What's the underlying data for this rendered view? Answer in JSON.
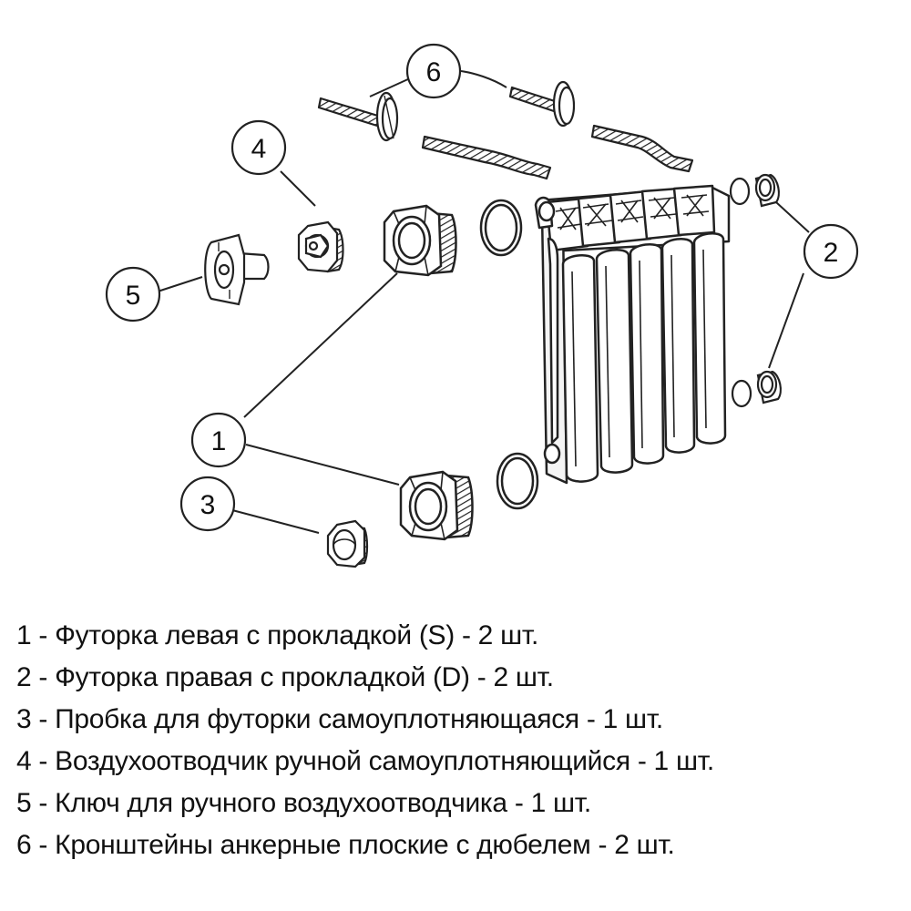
{
  "callouts": {
    "c1": "1",
    "c2": "2",
    "c3": "3",
    "c4": "4",
    "c5": "5",
    "c6": "6"
  },
  "legend": [
    "1 - Футорка левая с прокладкой (S) - 2 шт.",
    "2 - Футорка правая с прокладкой (D) - 2 шт.",
    "3 - Пробка для футорки самоуплотняющаяся - 1 шт.",
    "4 - Воздухоотводчик ручной самоуплотняющийся - 1 шт.",
    "5 - Ключ для ручного воздухоотводчика - 1 шт.",
    "6 - Кронштейны анкерные плоские с дюбелем - 2 шт."
  ]
}
